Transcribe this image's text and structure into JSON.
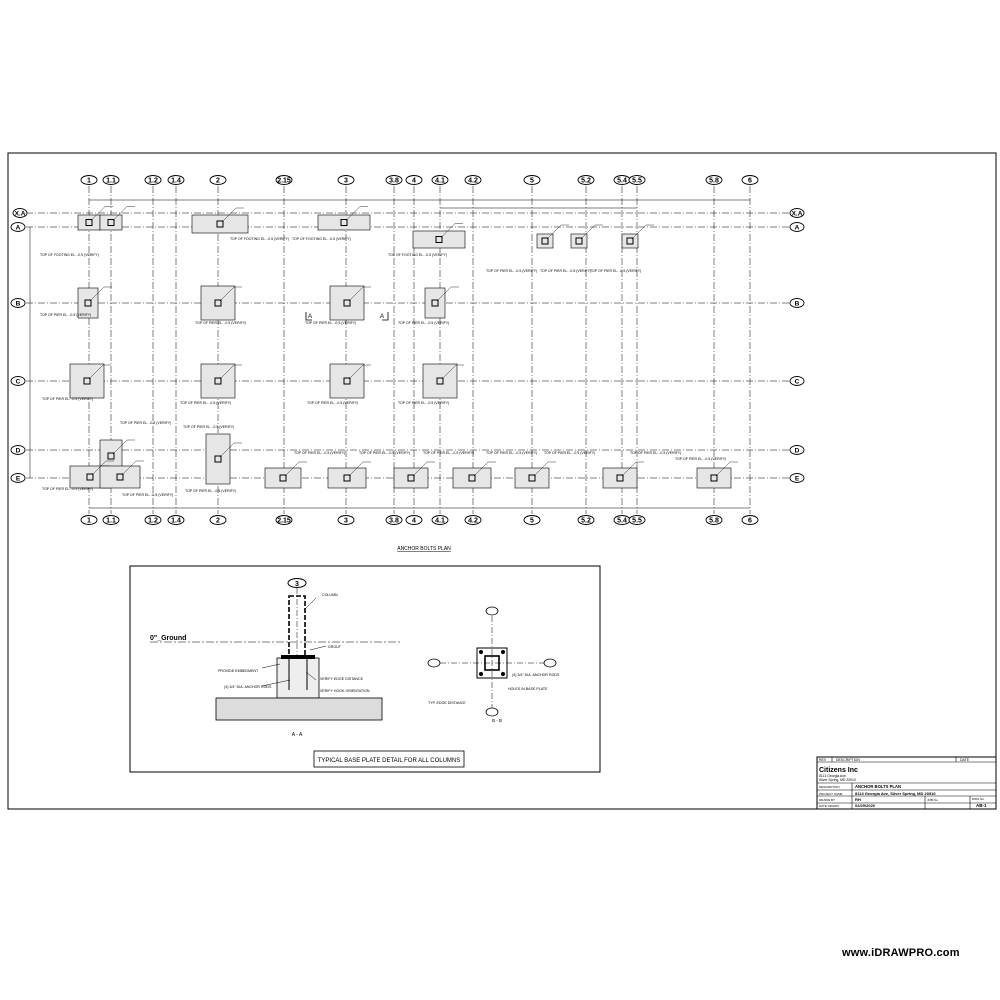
{
  "plan": {
    "title": "ANCHOR BOLTS PLAN",
    "col_grids": [
      {
        "id": "1"
      },
      {
        "id": "1.1"
      },
      {
        "id": "1.2"
      },
      {
        "id": "1.4"
      },
      {
        "id": "2"
      },
      {
        "id": "2.15"
      },
      {
        "id": "3"
      },
      {
        "id": "3.8"
      },
      {
        "id": "4"
      },
      {
        "id": "4.1"
      },
      {
        "id": "4.2"
      },
      {
        "id": "5"
      },
      {
        "id": "5.2"
      },
      {
        "id": "5.4"
      },
      {
        "id": "5.5"
      },
      {
        "id": "5.8"
      },
      {
        "id": "6"
      }
    ],
    "row_grids": [
      {
        "id": "X.A"
      },
      {
        "id": "A"
      },
      {
        "id": "B"
      },
      {
        "id": "C"
      },
      {
        "id": "D"
      },
      {
        "id": "E"
      }
    ],
    "footing_note": "TOP OF FOOTING EL. -0.5 (VERIFY)",
    "pier_note": "TOP OF PIER EL. -0.5 (VERIFY)",
    "section_mark": "A"
  },
  "detail": {
    "title": "TYPICAL BASE PLATE DETAIL FOR ALL COLUMNS",
    "grid_bubble": "3",
    "ground_label": "0\"_Ground",
    "section_aa": "A - A",
    "section_bb": "B - B",
    "notes": [
      "COLUMN",
      "GROUT",
      "PROVIDE EMBEDMENT",
      "VERIFY EDGE DISTANCE",
      "VERIFY HOOK ORIENTATION",
      "(4) 3/4\" DIA. ANCHOR RODS",
      "HOLES IN BASE PLATE",
      "TYP. EDGE DISTANCE"
    ]
  },
  "title_block": {
    "rev_header": "REV",
    "desc_header": "DESCRIPTION",
    "date_header": "DATE",
    "company": "Citizens Inc",
    "address_1": "8113 Georgia Ave",
    "address_2": "Silver Spring, MD 20910",
    "description_label": "DESCRIPTION",
    "description_value": "ANCHOR BOLTS PLAN",
    "project_label": "PROJECT NAME",
    "project_value": "8113 Georgia Ave, Silver Spring, MD 20910",
    "drawn_label": "DRAWN BY",
    "drawn_value": "RH",
    "job_label": "JOB No.",
    "dwg_label": "DWG No.",
    "date_label": "DATE DRAWN",
    "date_value": "02/29/2020",
    "dwg_value": "AB-1"
  },
  "watermark": "www.iDRAWPRO.com"
}
